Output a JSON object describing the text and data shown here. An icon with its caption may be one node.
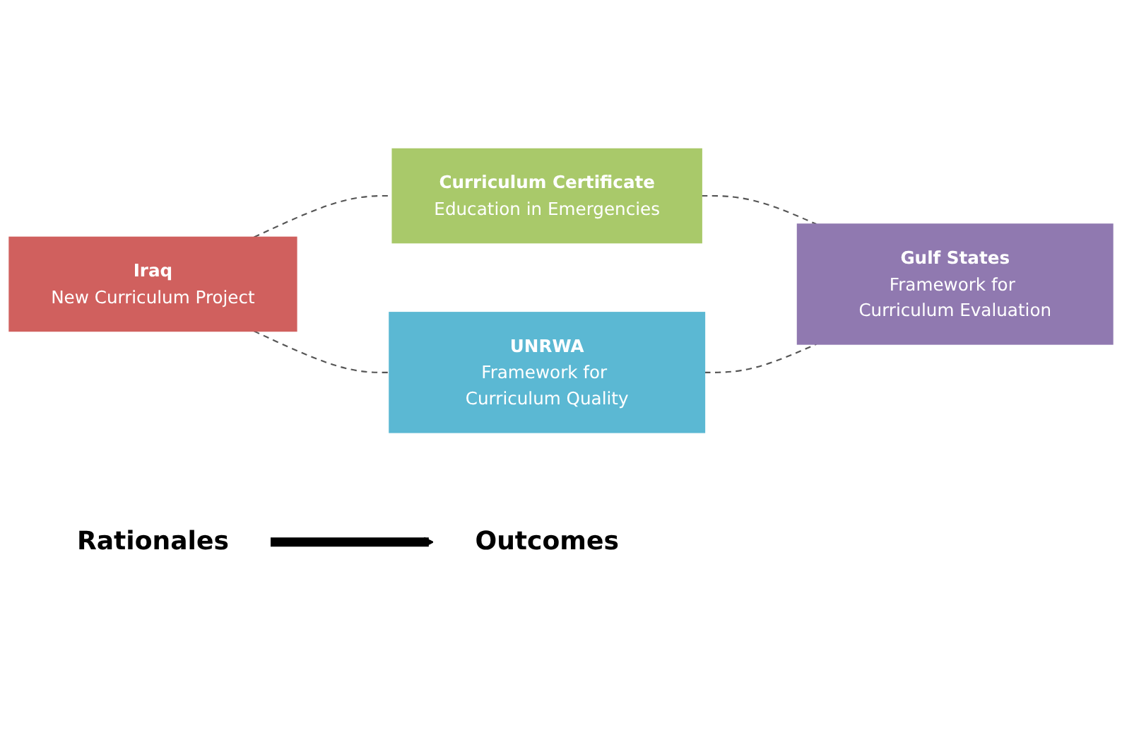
{
  "diagram": {
    "nodes": [
      {
        "text": [
          "Iraq",
          "New Curriculum Project"
        ]
      },
      {
        "text": [
          "Curriculum Certificate",
          "Education in Emergencies"
        ]
      },
      {
        "text": [
          "Rationales"
        ]
      },
      {
        "text": [
          "Outcomes"
        ]
      },
      {
        "text": [
          "UNRWA",
          "Framework for Curriculum Quality"
        ]
      },
      {
        "text": [
          "Gulf States",
          "Framework for Curriculum Evaluation"
        ]
      }
    ],
    "edges": [
      {
        "from": 0,
        "to": 1,
        "arrow": "none",
        "style": "dashed"
      },
      {
        "from": 0,
        "to": 4,
        "arrow": "none",
        "style": "dashed"
      },
      {
        "from": 2,
        "to": 3,
        "arrow": "to",
        "style": "thick",
        "color": "#000000"
      },
      {
        "from": 1,
        "to": 5,
        "arrow": "none",
        "style": "dashed"
      },
      {
        "from": 4,
        "to": 5,
        "arrow": "none",
        "style": "dashed"
      }
    ]
  }
}
